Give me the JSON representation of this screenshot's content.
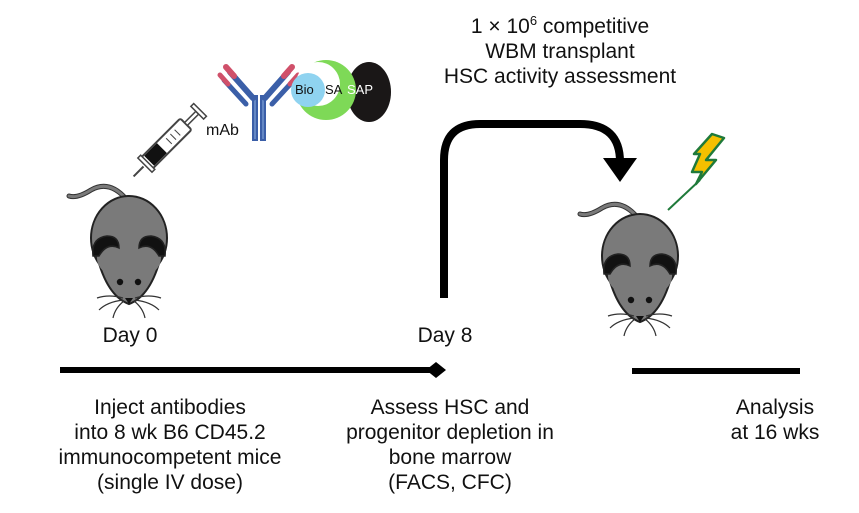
{
  "figure": {
    "top_caption": {
      "line1_prefix": "1 × 10",
      "line1_superscript": "6",
      "line1_suffix": " competitive",
      "line2": "WBM transplant",
      "line3": "HSC activity assessment"
    },
    "reagents": {
      "mab_label": "mAb",
      "bio_label": "Bio",
      "sa_label": "SA",
      "sap_label": "SAP"
    },
    "colors": {
      "mouse_fill": "#7a7a7a",
      "antibody_blue": "#3b5fa8",
      "antibody_pink": "#d0506a",
      "bio_blue": "#8fd3f0",
      "sa_green": "#7ed957",
      "sap_black": "#1a1717",
      "lightning_yellow": "#f5c000",
      "lightning_green": "#1f7a3a"
    },
    "timeline": {
      "day0_label": "Day 0",
      "day8_label": "Day 8"
    },
    "steps": [
      {
        "lines": [
          "Inject antibodies",
          "into 8 wk B6 CD45.2",
          "immunocompetent mice",
          "(single IV dose)"
        ]
      },
      {
        "lines": [
          "Assess HSC and",
          "progenitor depletion in",
          "bone marrow",
          "(FACS, CFC)"
        ]
      },
      {
        "lines": [
          "Analysis",
          "at 16 wks"
        ]
      }
    ]
  }
}
